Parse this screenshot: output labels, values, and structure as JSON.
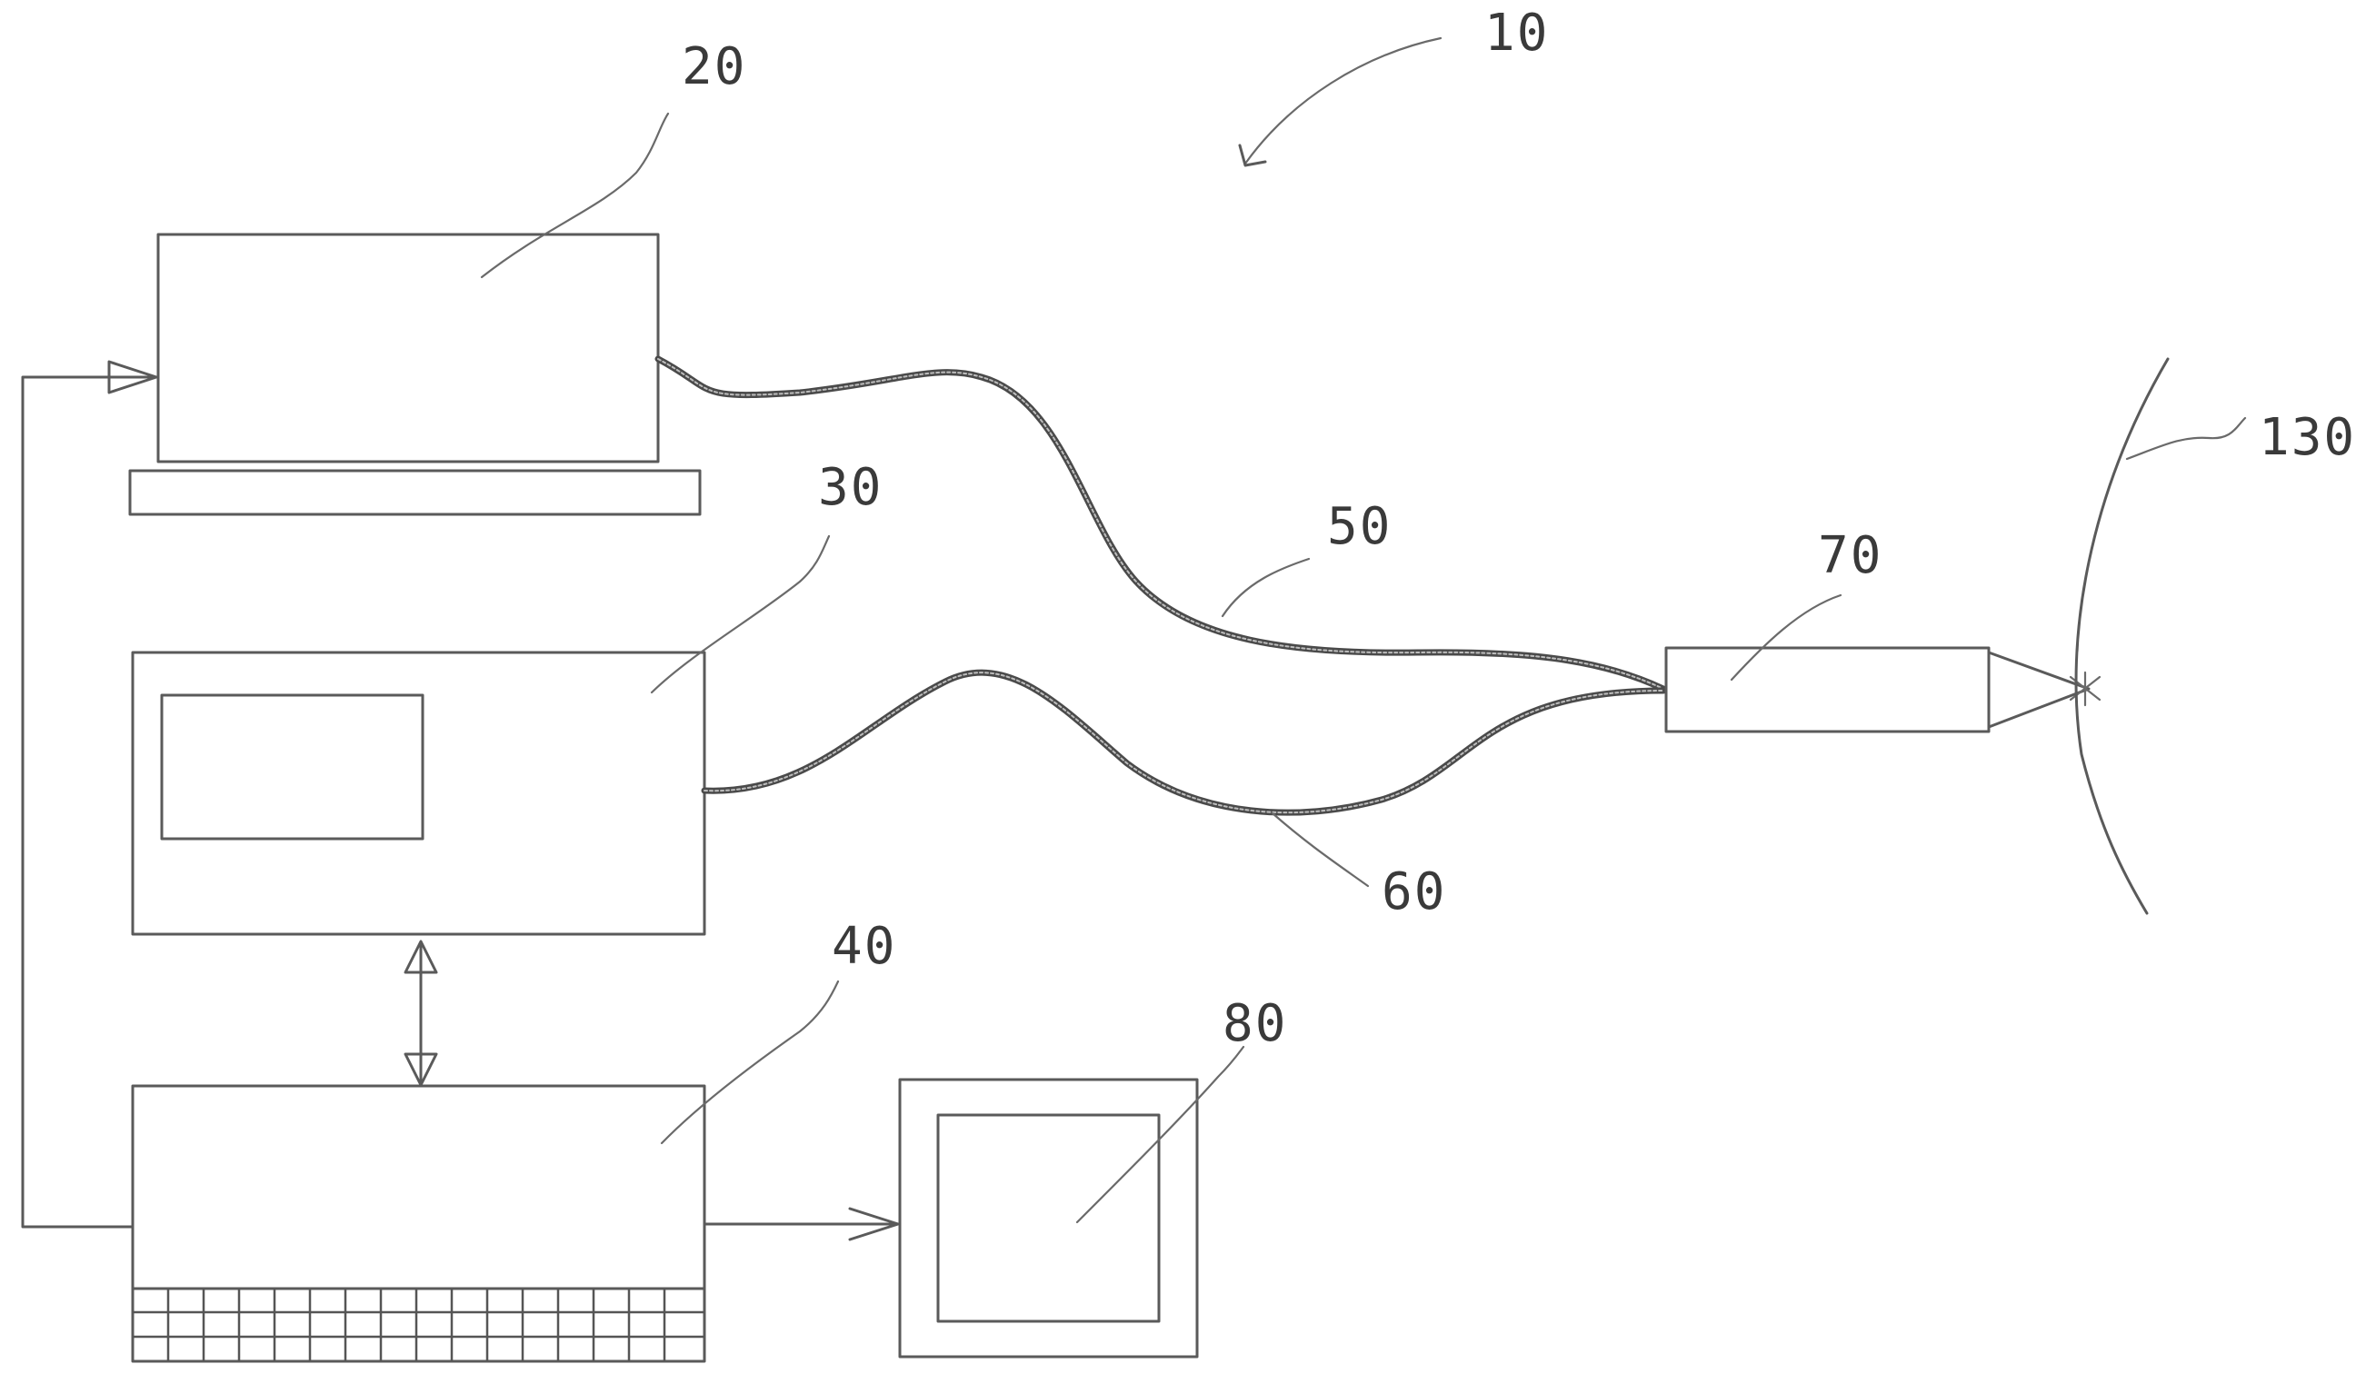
{
  "figure": {
    "reference_numerals": {
      "system": "10",
      "light_source": "20",
      "detector": "30",
      "computer": "40",
      "fiber_first": "50",
      "fiber_second": "60",
      "probe": "70",
      "display": "80",
      "target_surface": "130"
    }
  }
}
